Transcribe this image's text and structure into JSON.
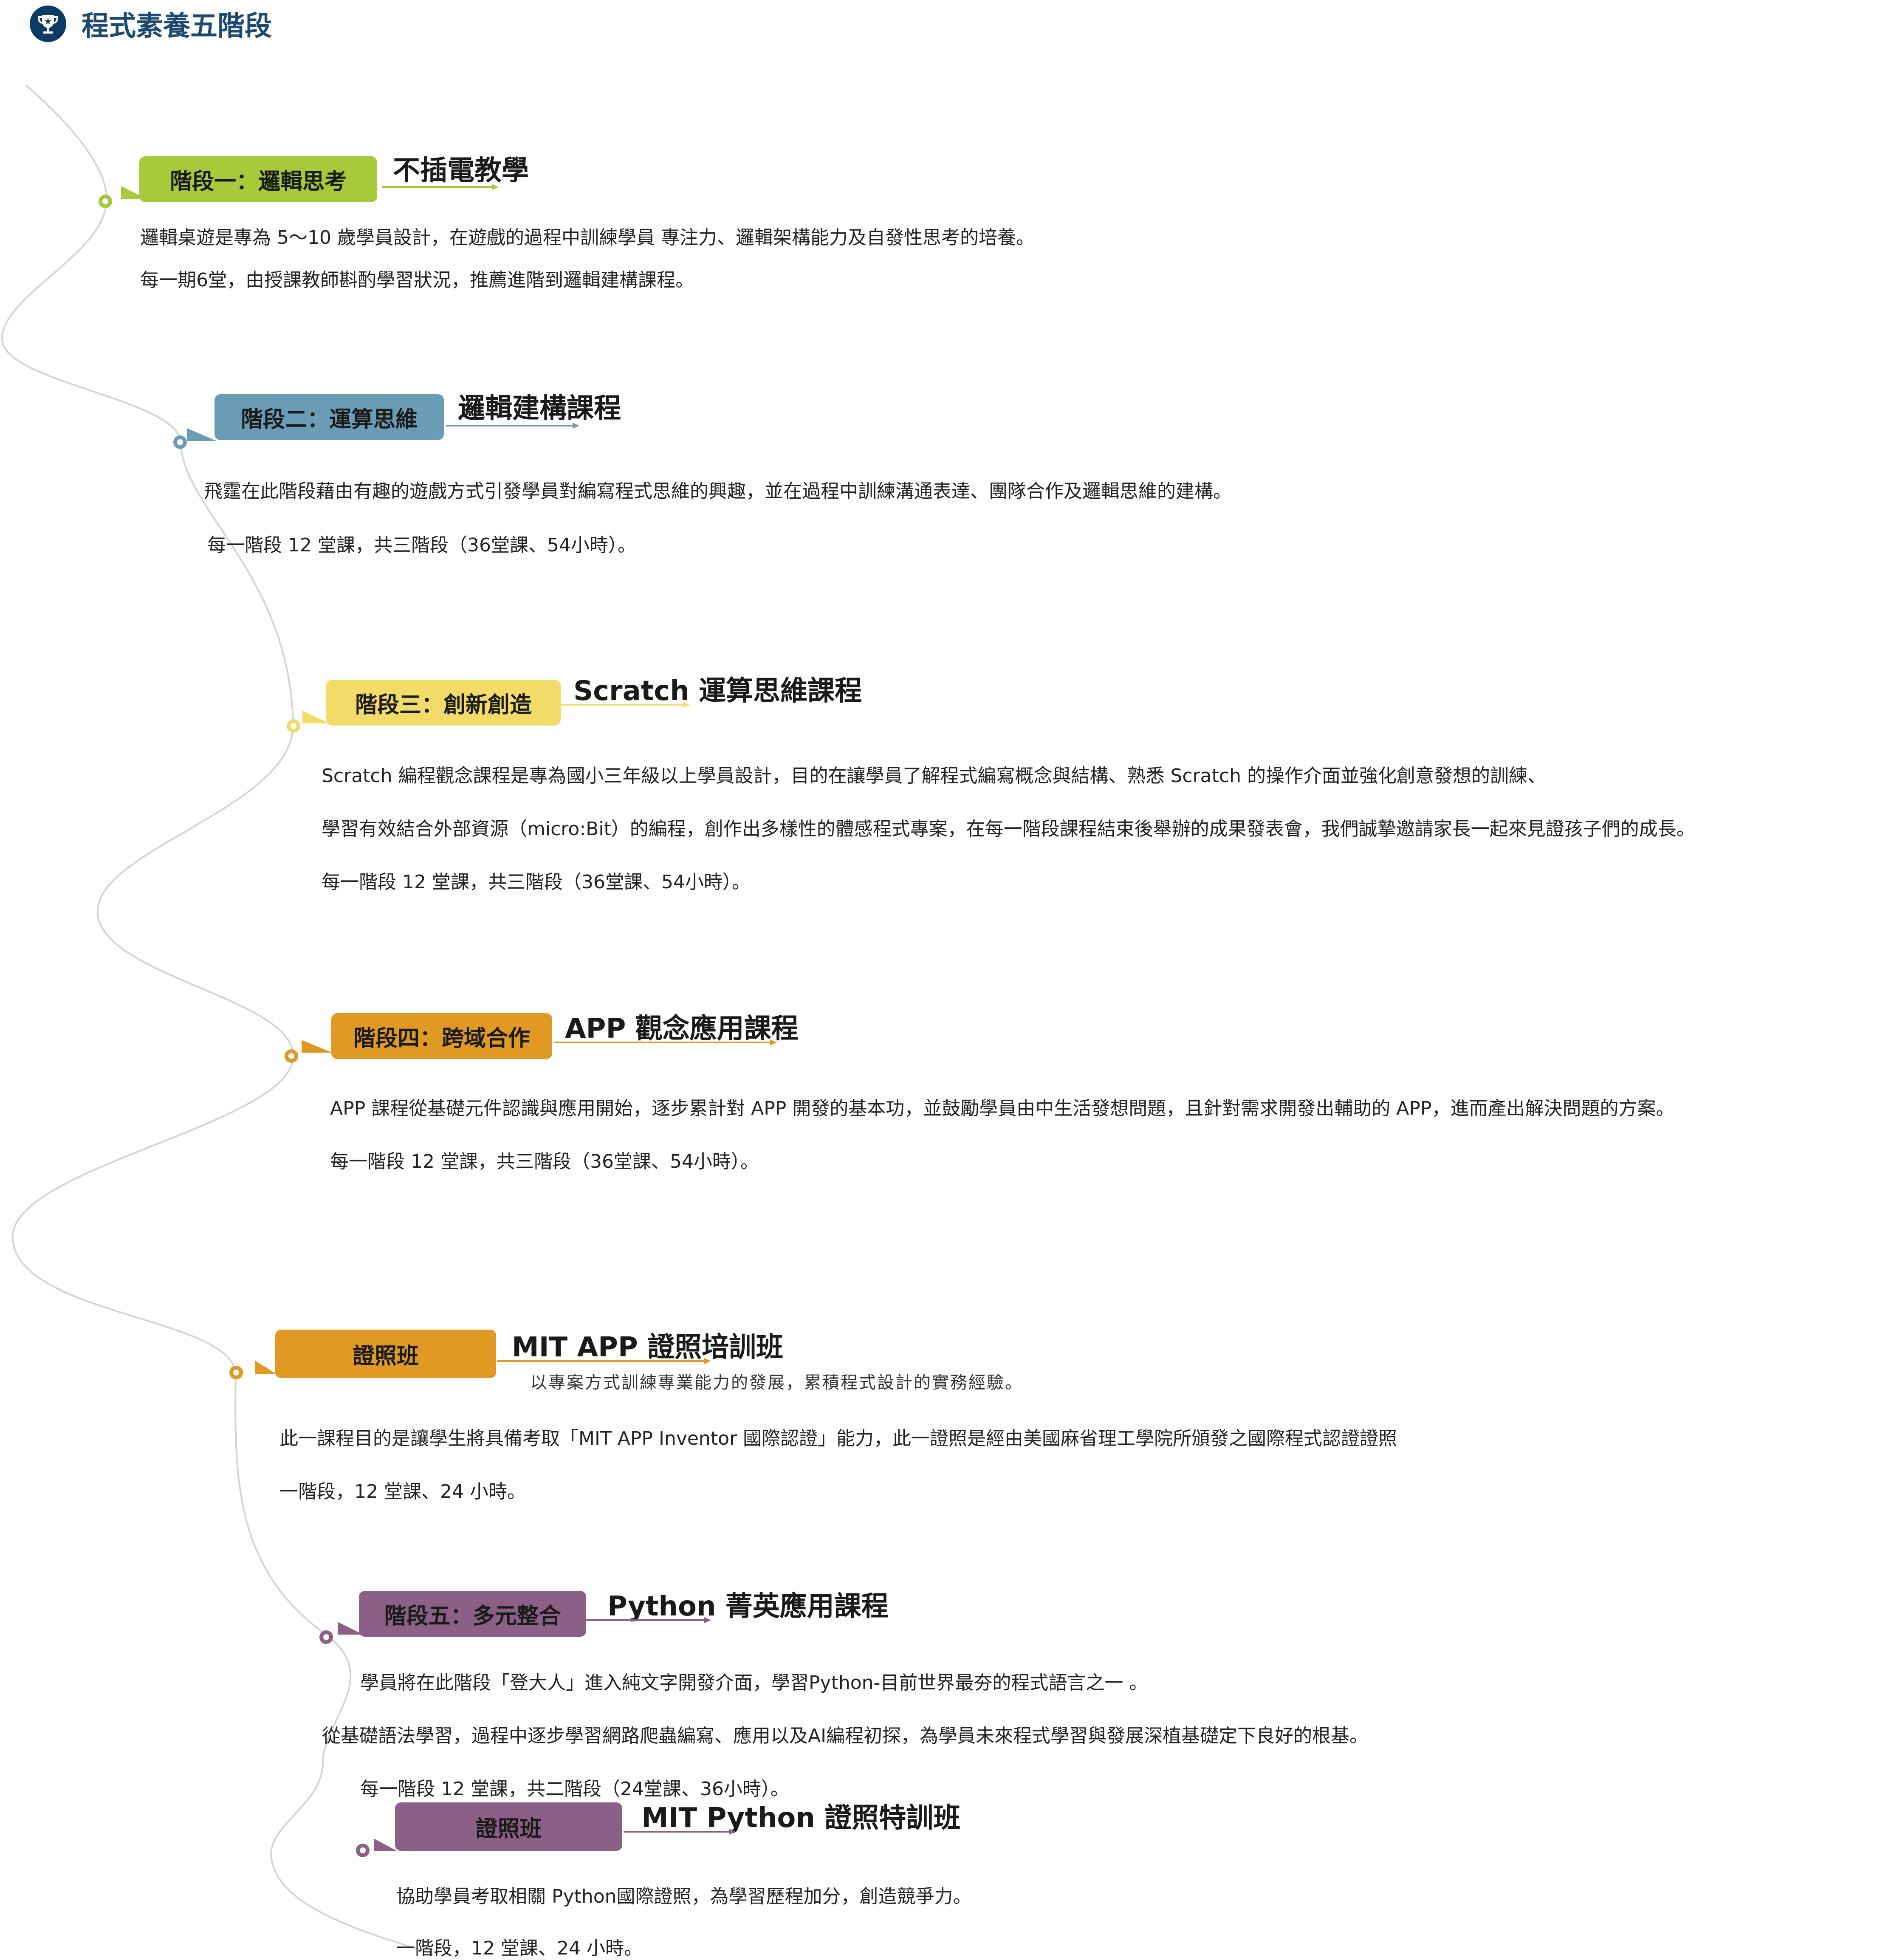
{
  "page": {
    "title": "程式素養五階段",
    "trophy_icon": "trophy-icon"
  },
  "colors": {
    "green": "#a8c93a",
    "blue": "#6a9db5",
    "yellow": "#f2db68",
    "orange": "#e09a24",
    "purple": "#8b5f86",
    "curve": "#cfcfcf"
  },
  "stages": [
    {
      "tag": "階段一：邏輯思考",
      "heading": "不插電教學",
      "lines": [
        "邏輯桌遊是專為 5～10 歲學員設計，在遊戲的過程中訓練學員 專注力、邏輯架構能力及自發性思考的培養。",
        "每一期6堂，由授課教師斟酌學習狀況，推薦進階到邏輯建構課程。"
      ]
    },
    {
      "tag": "階段二：運算思維",
      "heading": "邏輯建構課程",
      "lines": [
        "飛霆在此階段藉由有趣的遊戲方式引發學員對編寫程式思維的興趣，並在過程中訓練溝通表達、團隊合作及邏輯思維的建構。",
        "每一階段 12 堂課，共三階段（36堂課、54小時）。"
      ]
    },
    {
      "tag": "階段三：創新創造",
      "heading": "Scratch  運算思維課程",
      "lines": [
        "Scratch 編程觀念課程是專為國小三年級以上學員設計，目的在讓學員了解程式編寫概念與結構、熟悉 Scratch 的操作介面並強化創意發想的訓練、",
        "學習有效結合外部資源（micro:Bit）的編程，創作出多樣性的體感程式專案，在每一階段課程結束後舉辦的成果發表會，我們誠摯邀請家長一起來見證孩子們的成長。",
        "每一階段 12 堂課，共三階段（36堂課、54小時）。"
      ]
    },
    {
      "tag": "階段四：跨域合作",
      "heading": "APP  觀念應用課程",
      "lines": [
        "APP 課程從基礎元件認識與應用開始，逐步累計對 APP 開發的基本功，並鼓勵學員由中生活發想問題，且針對需求開發出輔助的 APP，進而產出解決問題的方案。",
        "每一階段 12 堂課，共三階段（36堂課、54小時）。"
      ]
    },
    {
      "tag": "證照班",
      "heading": "MIT  APP  證照培訓班",
      "subtitle": "以專案方式訓練專業能力的發展，累積程式設計的實務經驗。",
      "lines": [
        "此一課程目的是讓學生將具備考取「MIT APP Inventor 國際認證」能力，此一證照是經由美國麻省理工學院所頒發之國際程式認證證照",
        "一階段，12 堂課、24 小時。"
      ]
    },
    {
      "tag": "階段五：多元整合",
      "heading": "Python  菁英應用課程",
      "lines": [
        "學員將在此階段「登大人」進入純文字開發介面，學習Python-目前世界最夯的程式語言之一 。",
        "從基礎語法學習，過程中逐步學習網路爬蟲編寫、應用以及AI編程初探，為學員未來程式學習與發展深植基礎定下良好的根基。",
        "每一階段 12 堂課，共二階段（24堂課、36小時）。"
      ]
    },
    {
      "tag": "證照班",
      "heading": "MIT  Python  證照特訓班",
      "lines": [
        "協助學員考取相關 Python國際證照，為學習歷程加分，創造競爭力。",
        "一階段，12 堂課、24 小時。"
      ]
    }
  ]
}
